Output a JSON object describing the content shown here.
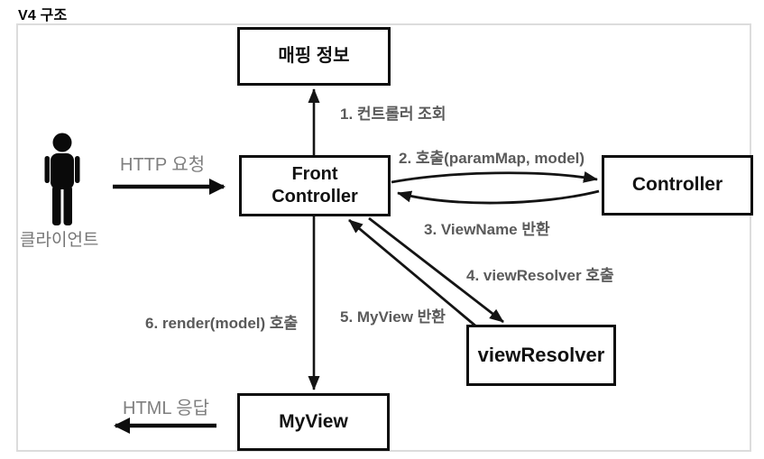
{
  "title": "V4 구조",
  "client": {
    "label": "클라이언트",
    "http_request": "HTTP 요청",
    "html_response": "HTML 응답"
  },
  "boxes": {
    "mapping_info": "매핑 정보",
    "front_controller": "Front Controller",
    "controller": "Controller",
    "view_resolver": "viewResolver",
    "my_view": "MyView"
  },
  "steps": {
    "step1": "1. 컨트롤러 조회",
    "step2": "2. 호출(paramMap, model)",
    "step3": "3. ViewName 반환",
    "step4": "4. viewResolver 호출",
    "step5": "5. MyView 반환",
    "step6": "6. render(model) 호출"
  },
  "colors": {
    "box_border": "#0d0d0d",
    "arrow": "#141414",
    "step_label_gray": "#5a5a5a",
    "client_label_gray": "#7f7f7f",
    "frame_border": "#dcdcdc"
  }
}
